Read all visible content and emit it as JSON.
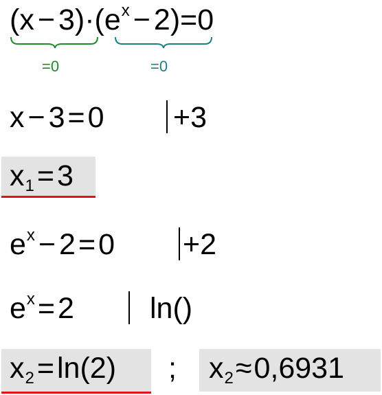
{
  "line1": {
    "x": "x",
    "minus": "−",
    "three": "3",
    "dot": "·",
    "e": "e",
    "exp": "x",
    "two": "2",
    "eq": "=",
    "zero": "0",
    "brace_left_label": "=0",
    "brace_right_label": "=0",
    "color_left": "#1e8a2a",
    "color_right": "#1b8080"
  },
  "line2": {
    "x": "x",
    "minus": "−",
    "three": "3",
    "eq": "=",
    "zero": "0",
    "op": "+3"
  },
  "line3": {
    "x": "x",
    "sub": "1",
    "eq": "=",
    "val": "3"
  },
  "line4": {
    "e": "e",
    "exp": "x",
    "minus": "−",
    "two": "2",
    "eq": "=",
    "zero": "0",
    "op": "+2"
  },
  "line5": {
    "e": "e",
    "exp": "x",
    "eq": "=",
    "two": "2",
    "op": "ln",
    "parens": "()"
  },
  "line6": {
    "x": "x",
    "sub": "2",
    "eq": "=",
    "ln": "ln",
    "open": "(",
    "arg": "2",
    "close": ")",
    "sep": ";",
    "x2": "x",
    "sub2": "2",
    "approx": "≈",
    "approx_val": "0,6931"
  },
  "colors": {
    "highlight": "#e3e3e3",
    "underline": "#e0141e"
  }
}
